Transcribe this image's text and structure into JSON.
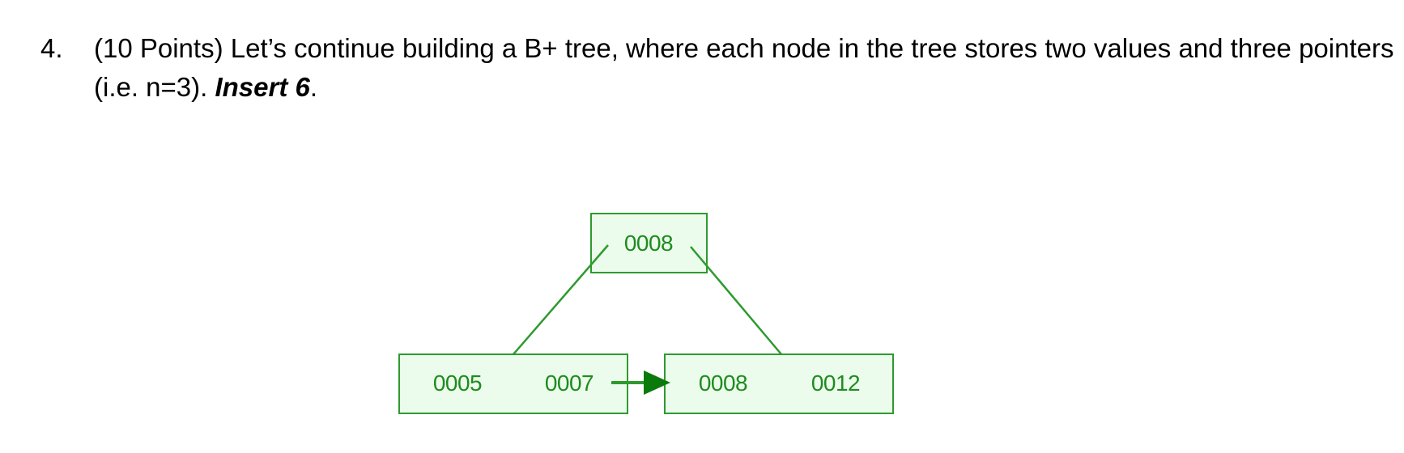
{
  "question": {
    "number": "4.",
    "points": "(10 Points)",
    "text": " Let’s continue building a B+ tree, where each node in the tree stores two values and three pointers (i.e. n=3). ",
    "instruction": "Insert 6",
    "trailing": "."
  },
  "tree": {
    "colors": {
      "stroke": "#2e9a2e",
      "fill": "#ecfcec",
      "text": "#1e8c1e",
      "arrow": "#0a7a0a"
    },
    "root": {
      "keys": [
        "0008"
      ]
    },
    "leaves": [
      {
        "keys": [
          "0005",
          "0007"
        ]
      },
      {
        "keys": [
          "0008",
          "0012"
        ]
      }
    ],
    "leaf_link": "leaf-0 -> leaf-1"
  }
}
